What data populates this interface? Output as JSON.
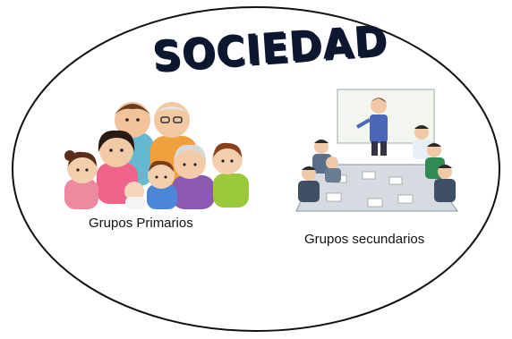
{
  "diagram": {
    "title": "SOCIEDAD",
    "groups": [
      {
        "label": "Grupos Primarios",
        "icon": "family-group-icon"
      },
      {
        "label": "Grupos secundarios",
        "icon": "business-meeting-icon"
      }
    ]
  }
}
